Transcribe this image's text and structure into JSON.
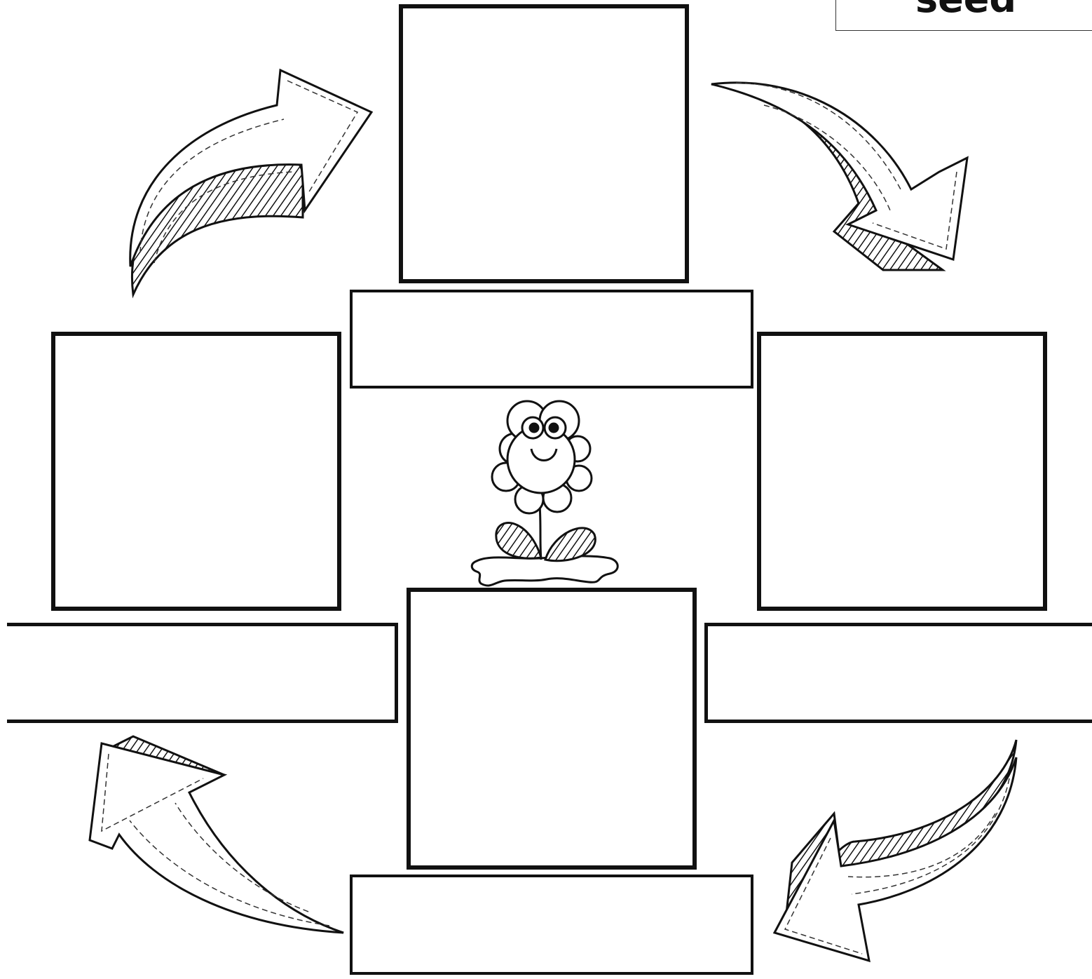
{
  "corner_tag": {
    "label": "seed"
  },
  "diagram": {
    "type": "life-cycle-worksheet",
    "stages": [
      "top",
      "right",
      "bottom",
      "left"
    ],
    "center_image": "smiling-flower-icon",
    "arrows": [
      "arrow-up-right-icon",
      "arrow-down-right-icon",
      "arrow-down-left-icon",
      "arrow-up-left-icon"
    ]
  },
  "colors": {
    "ink": "#111111",
    "paper": "#ffffff"
  }
}
